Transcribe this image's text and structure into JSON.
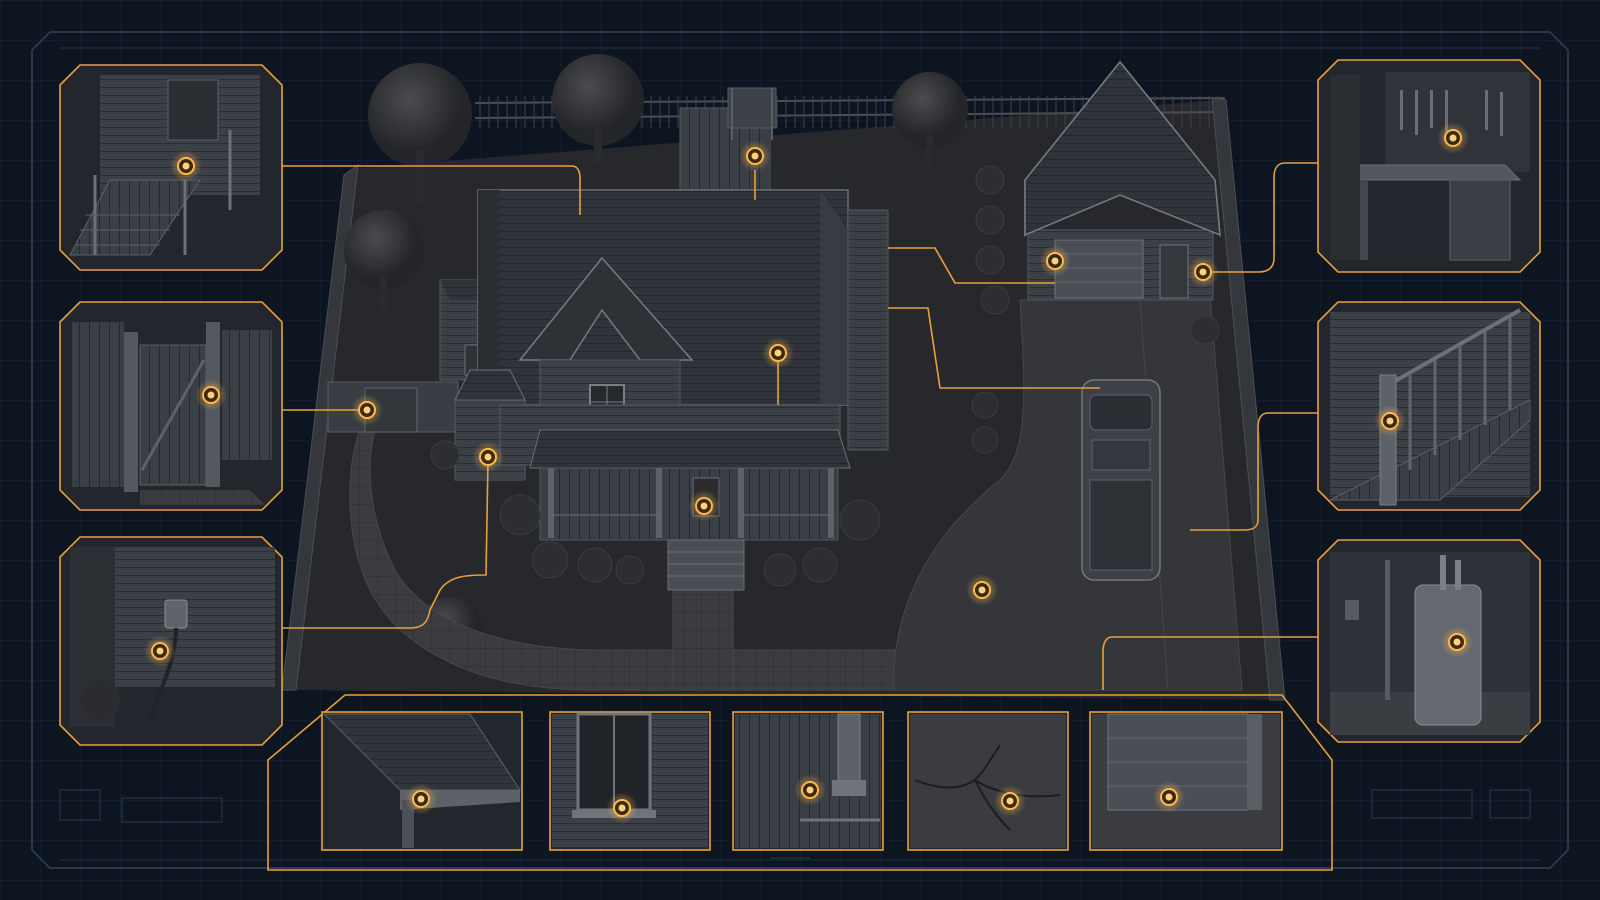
{
  "theme": {
    "background": "#0d1521",
    "grid": "#1a2636",
    "frame": "#3a4a5e",
    "accent": "#e9a03a",
    "accent_glow": "#ffb84a",
    "panel_bg": "#262a31",
    "scene_bg": "#2b2d31",
    "house": "#3a3d43",
    "roof": "#2f3238"
  },
  "hotspots": [
    {
      "id": "back-stairs",
      "label": ""
    },
    {
      "id": "roof",
      "label": ""
    },
    {
      "id": "side-gate",
      "label": ""
    },
    {
      "id": "side-window",
      "label": ""
    },
    {
      "id": "front-porch",
      "label": ""
    },
    {
      "id": "garage-door",
      "label": ""
    },
    {
      "id": "garage-side-door",
      "label": ""
    },
    {
      "id": "driveway",
      "label": ""
    }
  ],
  "callouts": {
    "left": [
      {
        "name": "back-porch-stairs",
        "icon": "porch-stairs-icon"
      },
      {
        "name": "fence-gate",
        "icon": "gate-icon"
      },
      {
        "name": "exterior-outlet",
        "icon": "outlet-icon"
      }
    ],
    "right": [
      {
        "name": "garage-workbench",
        "icon": "workbench-icon"
      },
      {
        "name": "interior-stairs",
        "icon": "stair-railing-icon"
      },
      {
        "name": "water-heater",
        "icon": "water-heater-icon"
      }
    ],
    "bottom": [
      {
        "name": "gutter",
        "icon": "gutter-icon"
      },
      {
        "name": "window-sill",
        "icon": "window-icon"
      },
      {
        "name": "porch-column-base",
        "icon": "column-icon"
      },
      {
        "name": "concrete-crack",
        "icon": "crack-icon"
      },
      {
        "name": "garage-door-panel",
        "icon": "garage-door-icon"
      }
    ]
  }
}
